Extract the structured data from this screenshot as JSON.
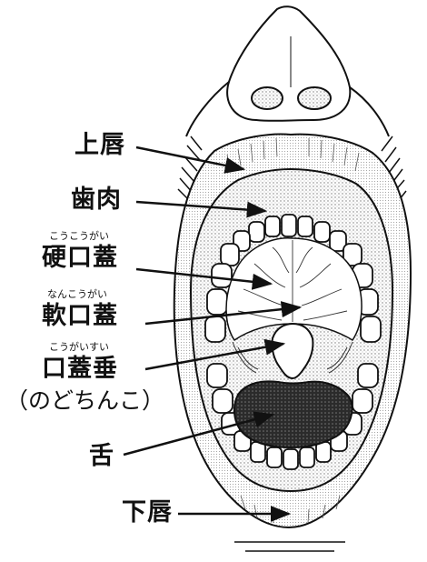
{
  "labels": {
    "upper_lip": "上唇",
    "gums": "歯肉",
    "hard_palate": {
      "ruby": "こうこうがい",
      "text": "硬口蓋"
    },
    "soft_palate": {
      "ruby": "なんこうがい",
      "text": "軟口蓋"
    },
    "uvula": {
      "ruby": "こうがいすい",
      "text": "口蓋垂",
      "note": "（のどちんこ）"
    },
    "tongue": "舌",
    "lower_lip": "下唇"
  },
  "colors": {
    "ink": "#111111",
    "tongue_fill": "#3a3a3a",
    "stipple": "#9a9a9a",
    "throat": "#ffffff"
  }
}
